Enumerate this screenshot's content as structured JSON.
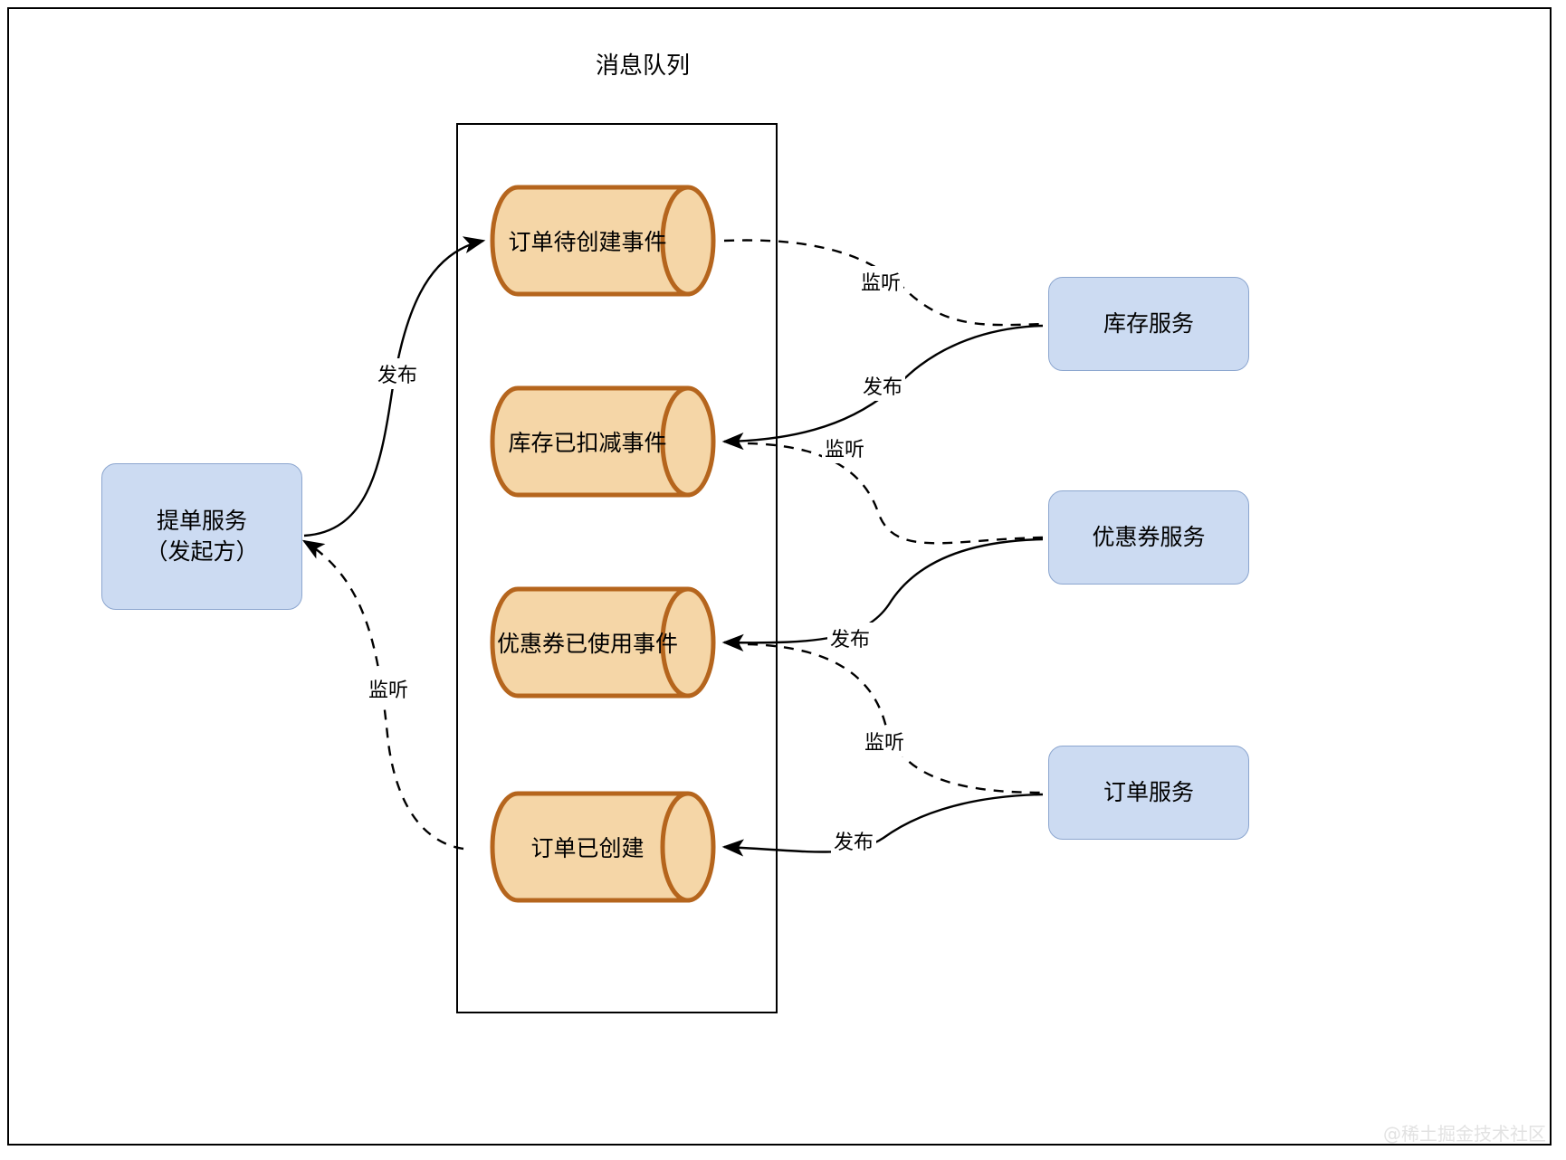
{
  "diagram": {
    "title": "消息队列",
    "watermark": "@稀土掘金技术社区"
  },
  "mq": {
    "name": "消息队列",
    "events": [
      {
        "id": "order-pending-created",
        "label": "订单待创建事件"
      },
      {
        "id": "stock-deducted",
        "label": "库存已扣减事件"
      },
      {
        "id": "coupon-used",
        "label": "优惠券已使用事件"
      },
      {
        "id": "order-created",
        "label": "订单已创建"
      }
    ]
  },
  "services": {
    "initiator": {
      "id": "submit-order-service",
      "label": "提单服务\n（发起方）",
      "line1": "提单服务",
      "line2": "（发起方）"
    },
    "consumers": [
      {
        "id": "stock-service",
        "label": "库存服务"
      },
      {
        "id": "coupon-service",
        "label": "优惠券服务"
      },
      {
        "id": "order-service",
        "label": "订单服务"
      }
    ]
  },
  "edges": [
    {
      "id": "publish-order-pending",
      "label": "发布",
      "style": "solid",
      "from": "提单服务（发起方）",
      "to": "订单待创建事件"
    },
    {
      "id": "listen-order-pending",
      "label": "监听",
      "style": "dashed",
      "from": "订单待创建事件",
      "to": "库存服务"
    },
    {
      "id": "publish-stock-deducted",
      "label": "发布",
      "style": "solid",
      "from": "库存服务",
      "to": "库存已扣减事件"
    },
    {
      "id": "listen-stock-deducted",
      "label": "监听",
      "style": "dashed",
      "from": "库存已扣减事件",
      "to": "优惠券服务"
    },
    {
      "id": "publish-coupon-used",
      "label": "发布",
      "style": "solid",
      "from": "优惠券服务",
      "to": "优惠券已使用事件"
    },
    {
      "id": "listen-coupon-used",
      "label": "监听",
      "style": "dashed",
      "from": "优惠券已使用事件",
      "to": "订单服务"
    },
    {
      "id": "publish-order-created",
      "label": "发布",
      "style": "solid",
      "from": "订单服务",
      "to": "订单已创建"
    },
    {
      "id": "listen-order-created",
      "label": "监听",
      "style": "dashed",
      "from": "订单已创建",
      "to": "提单服务（发起方）"
    }
  ],
  "colors": {
    "service_fill": "#ccdbf2",
    "service_stroke": "#8ca6cf",
    "event_fill": "#f5d6a7",
    "event_stroke": "#b5651d",
    "line": "#000000",
    "watermark": "#e2e2e2"
  }
}
